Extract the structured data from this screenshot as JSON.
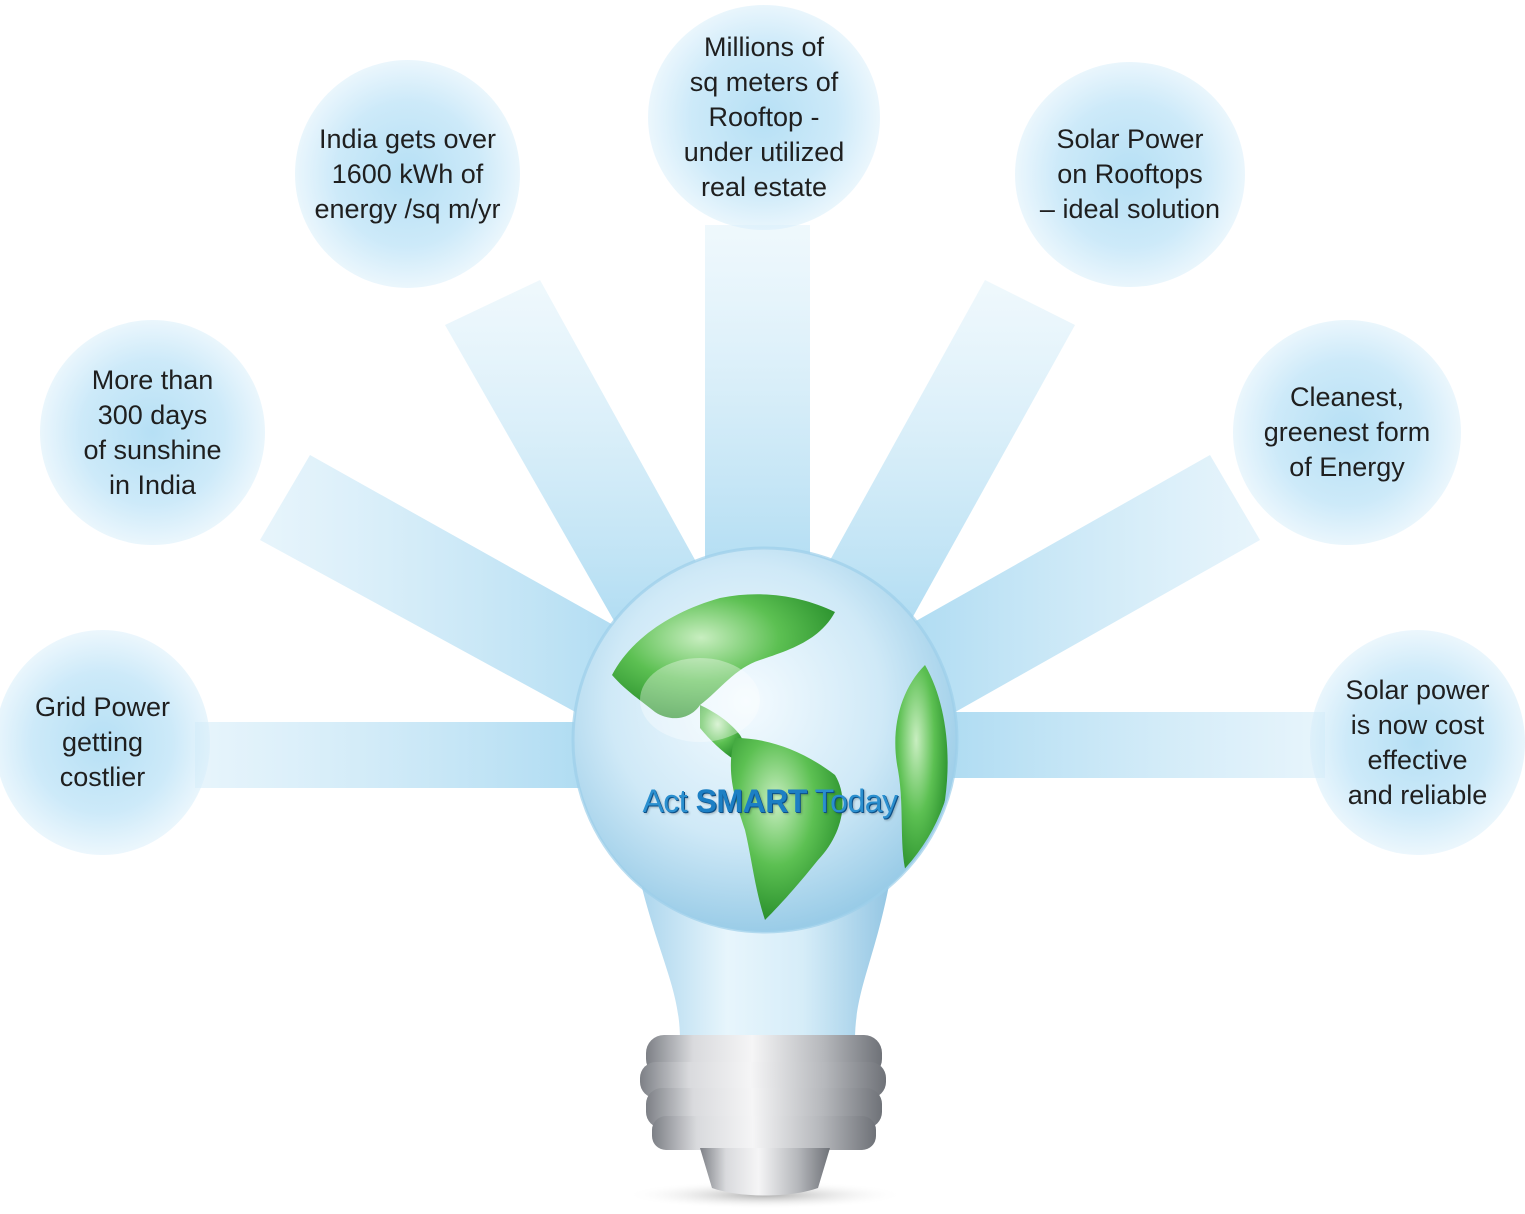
{
  "colors": {
    "ray": "#bfe4f6",
    "bubble": "#b2def4",
    "text": "#1f1f1f",
    "slogan": "#2a8fcf",
    "globe_land": "#3aa63a",
    "bulb_glass": "#c7e8f7",
    "bulb_base": "#a9abb0"
  },
  "bubbles": [
    {
      "id": "grid-power",
      "text": "Grid Power\ngetting\ncostlier"
    },
    {
      "id": "sunshine-days",
      "text": "More than\n300 days\nof sunshine\nin India"
    },
    {
      "id": "energy-per-sqm",
      "text": "India gets over\n1600 kWh of\nenergy /sq m/yr"
    },
    {
      "id": "rooftop-area",
      "text": "Millions of\nsq meters of\nRooftop -\nunder utilized\nreal estate"
    },
    {
      "id": "rooftop-solar",
      "text": "Solar Power\non Rooftops\n– ideal solution"
    },
    {
      "id": "cleanest-energy",
      "text": "Cleanest,\ngreenest form\nof Energy"
    },
    {
      "id": "cost-effective",
      "text": "Solar power\nis now cost\neffective\nand reliable"
    }
  ],
  "slogan": {
    "prefix": "Act ",
    "emphasis": "SMART",
    "suffix": " Today"
  },
  "icons": {
    "bulb": "lightbulb-icon",
    "globe": "globe-icon"
  }
}
